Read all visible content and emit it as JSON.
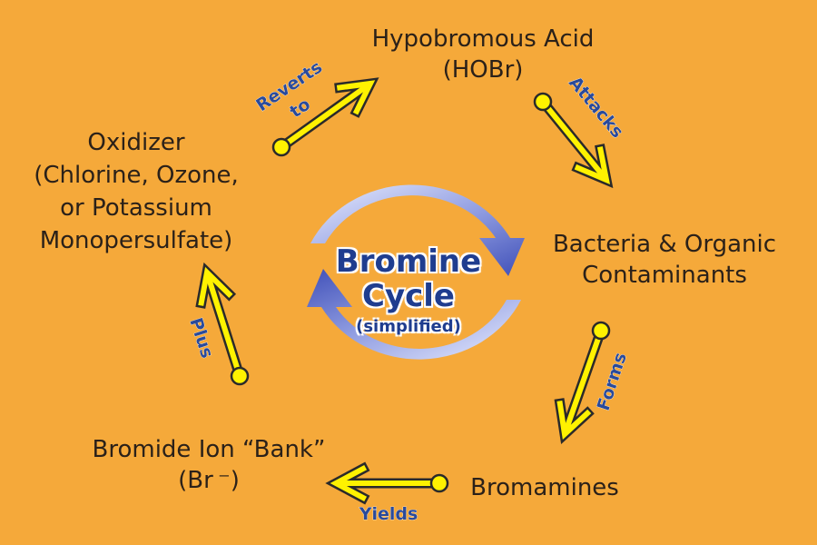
{
  "center": {
    "line1": "Bromine",
    "line2": "Cycle",
    "line3": "(simplified)"
  },
  "nodes": {
    "hypobromous": {
      "line1": "Hypobromous Acid",
      "line2": "(HOBr)"
    },
    "bacteria": {
      "line1": "Bacteria & Organic",
      "line2": "Contaminants"
    },
    "bromamines": {
      "line1": "Bromamines"
    },
    "bromide": {
      "line1": "Bromide Ion “Bank”",
      "line2": "(Br ⁻)"
    },
    "oxidizer": {
      "line1": "Oxidizer",
      "line2": "(Chlorine, Ozone,",
      "line3": "or Potassium",
      "line4": "Monopersulfate)"
    }
  },
  "edges": {
    "reverts_to": {
      "line1": "Reverts",
      "line2": "to"
    },
    "attacks": {
      "label": "Attacks"
    },
    "forms": {
      "label": "Forms"
    },
    "yields": {
      "label": "Yields"
    },
    "plus": {
      "label": "Plus"
    }
  },
  "colors": {
    "background": "#F5A93A",
    "arrow_fill": "#FFF200",
    "arrow_outline": "#2a2a2a",
    "edge_label": "#2a4a9a",
    "cycle_arrow": "#4a5bbf",
    "center_text": "#1f3d8f",
    "node_text": "#2b2119"
  }
}
